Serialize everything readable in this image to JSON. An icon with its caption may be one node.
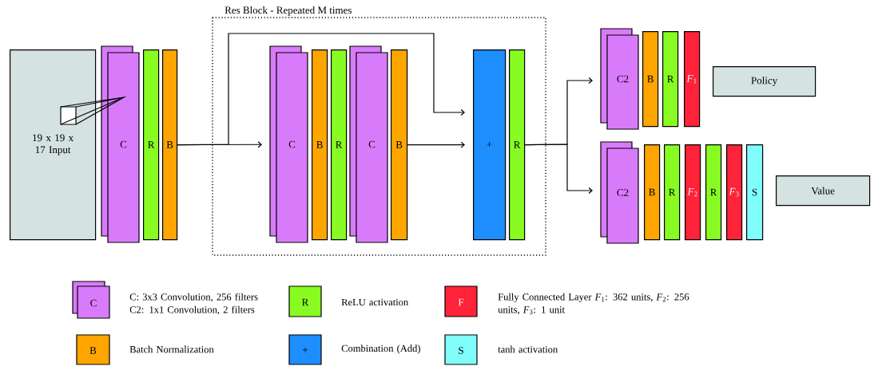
{
  "diagram": {
    "nodes": [
      {
        "text": [
          "19 x 19 x 17 Input"
        ]
      },
      {
        "text": [
          "C"
        ]
      },
      {
        "text": [
          "R"
        ]
      },
      {
        "text": [
          "B"
        ]
      },
      {
        "text": [
          "Res Block - Repeated M times"
        ]
      },
      {
        "text": [
          "C"
        ],
        "in": 4
      },
      {
        "text": [
          "B"
        ],
        "in": 4
      },
      {
        "text": [
          "R"
        ],
        "in": 4
      },
      {
        "text": [
          "C"
        ],
        "in": 4
      },
      {
        "text": [
          "B"
        ],
        "in": 4
      },
      {
        "text": [
          "+"
        ],
        "in": 4
      },
      {
        "text": [
          "R"
        ],
        "in": 4
      },
      {
        "text": [
          "C2"
        ]
      },
      {
        "text": [
          "B"
        ]
      },
      {
        "text": [
          "R"
        ]
      },
      {
        "text": [
          "*F*$_{1}$"
        ]
      },
      {
        "text": [
          "Policy"
        ]
      },
      {
        "text": [
          "C2"
        ]
      },
      {
        "text": [
          "B"
        ]
      },
      {
        "text": [
          "R"
        ]
      },
      {
        "text": [
          "*F*$_{2}$"
        ]
      },
      {
        "text": [
          "R"
        ]
      },
      {
        "text": [
          "*F*$_{3}$"
        ]
      },
      {
        "text": [
          "S"
        ]
      },
      {
        "text": [
          "Value"
        ]
      }
    ],
    "edges": [
      {
        "from": 3,
        "to": 5,
        "arrow": "to"
      },
      {
        "from": 3,
        "to": 10,
        "arrow": "to"
      },
      {
        "from": 9,
        "to": 10,
        "arrow": "to"
      },
      {
        "from": 11,
        "to": 12,
        "arrow": "to"
      },
      {
        "from": 11,
        "to": 17,
        "arrow": "to"
      }
    ],
    "labels": [
      "C",
      "R",
      "F",
      "B",
      "+",
      "S"
    ],
    "legend": [
      {
        "text": "C: 3x3 Convolution, 256 filters C2: 1x1 Convolution, 2 filters",
        "color": "#d87bfb"
      },
      {
        "text": "ReLU activation",
        "color": "#88fc22"
      },
      {
        "text": "Fully Connected Layer *F*$_{1}$: 362 units, *F*$_{2}$: 256 units, *F*$_{3}$: 1 unit",
        "color": "#fe2338"
      },
      {
        "text": "Batch Normalization",
        "color": "#fea500"
      },
      {
        "text": "Combination (Add)",
        "color": "#1e8eff"
      },
      {
        "text": "tanh activation",
        "color": "#80fcfb"
      }
    ]
  }
}
